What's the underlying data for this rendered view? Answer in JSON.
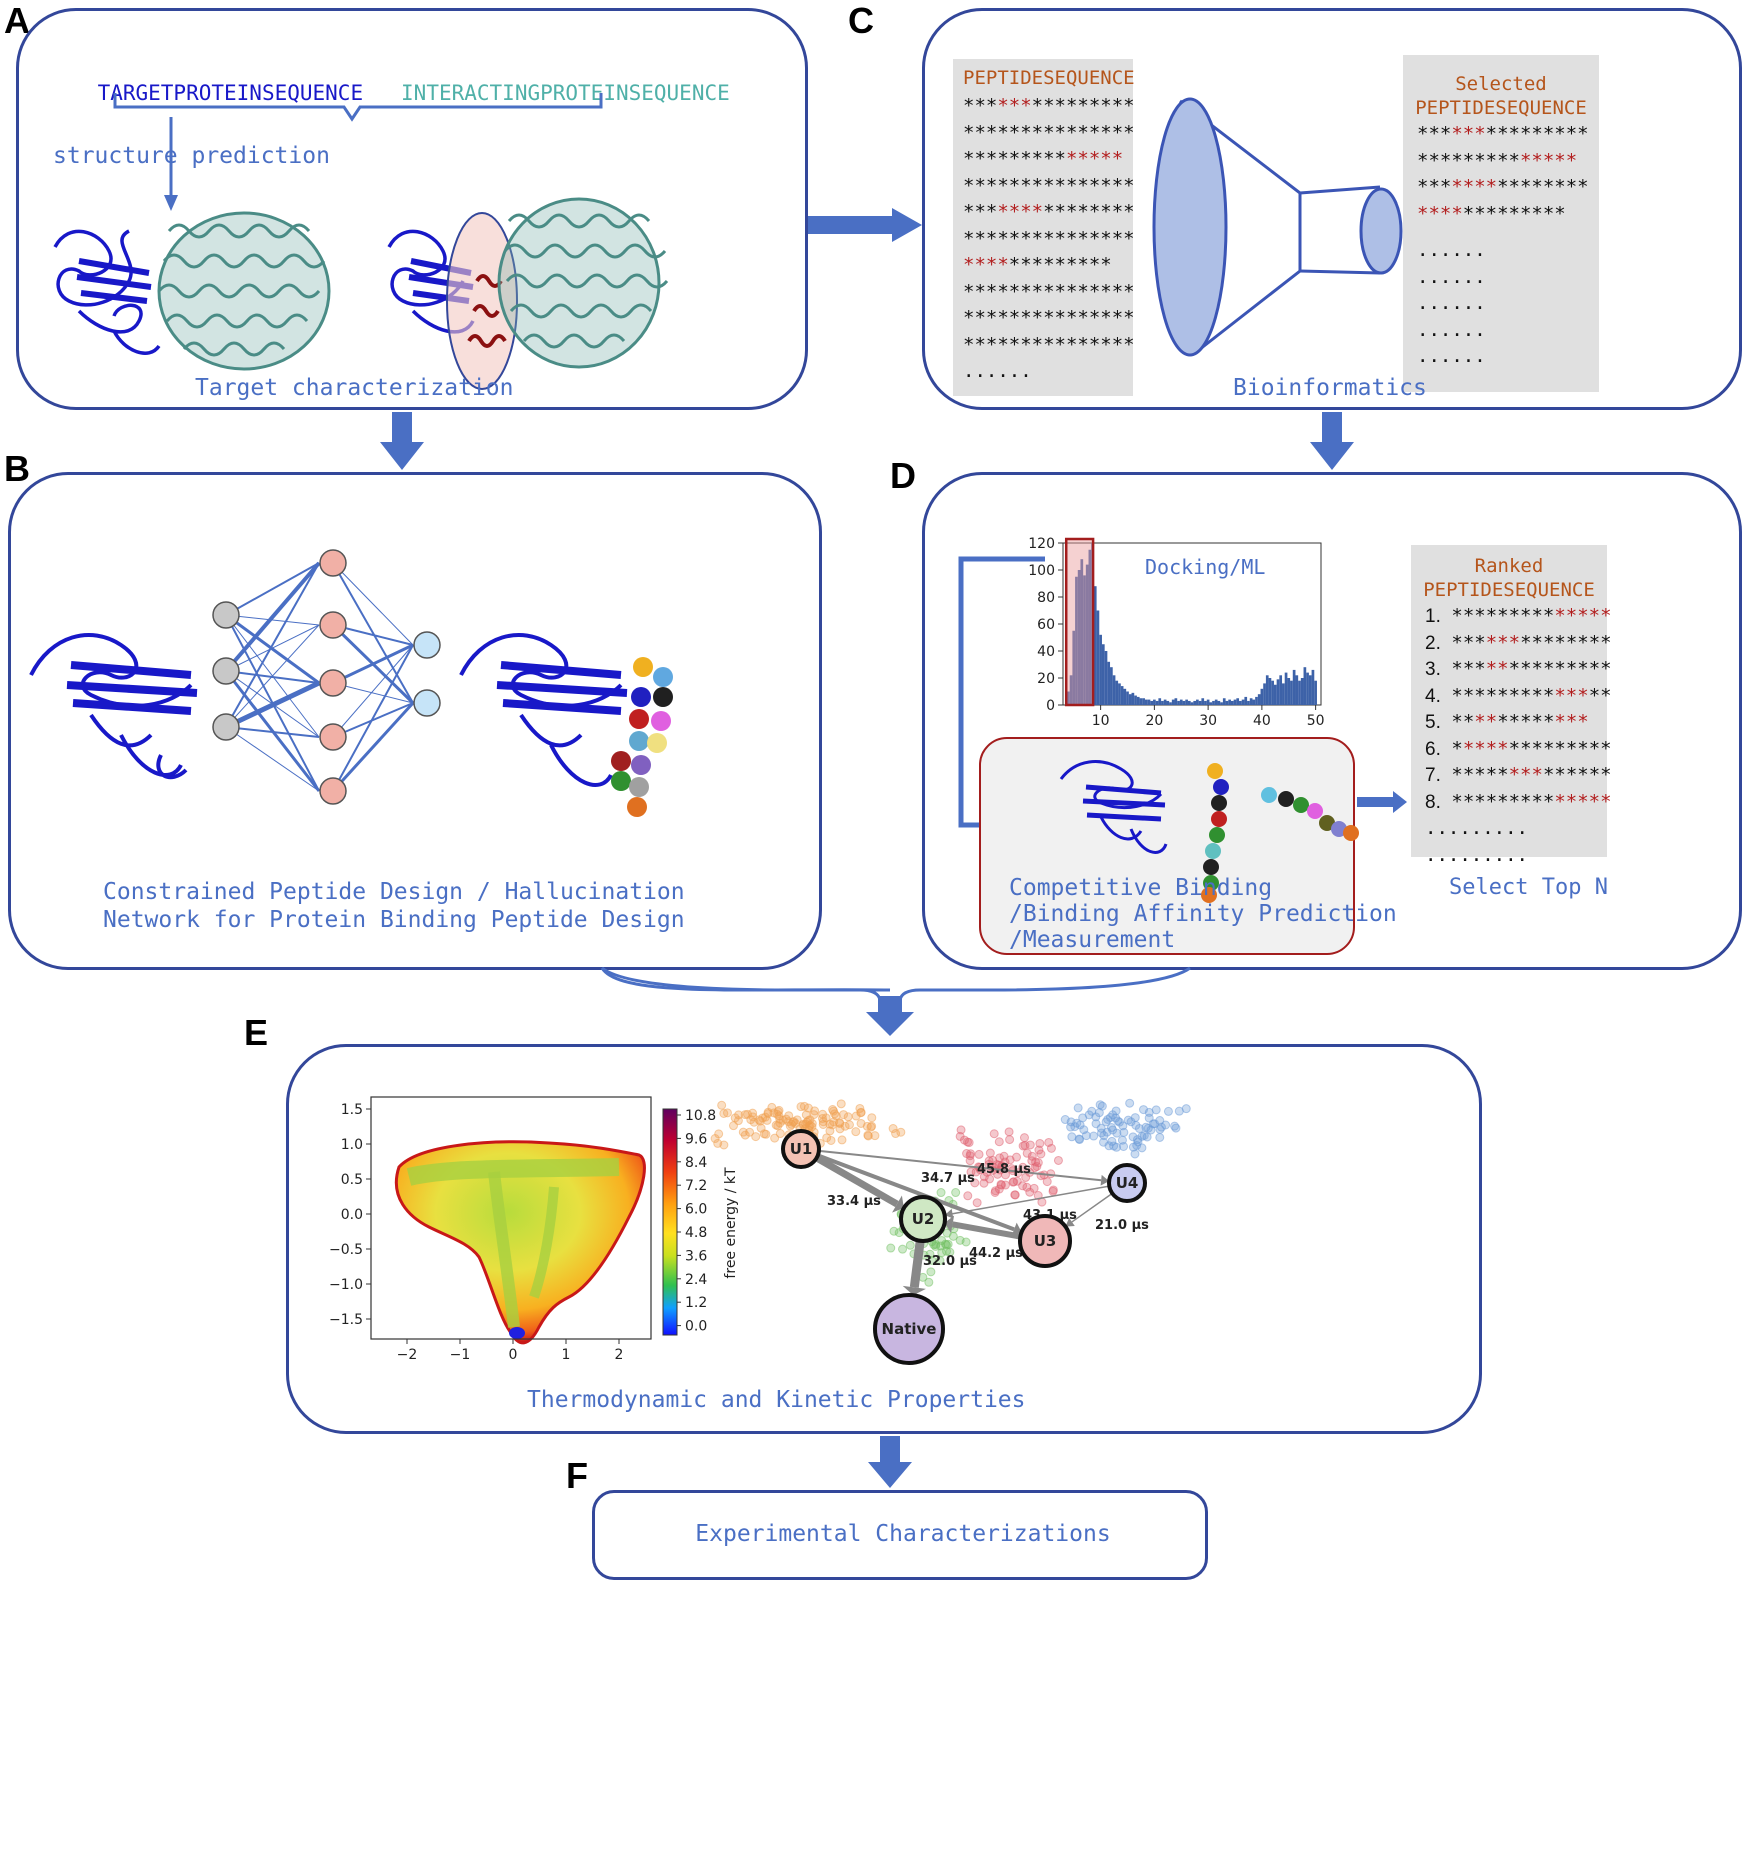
{
  "labels": {
    "a": "A",
    "b": "B",
    "c": "C",
    "d": "D",
    "e": "E",
    "f": "F"
  },
  "panel_a": {
    "target_seq": "TARGETPROTEINSEQUENCE",
    "interacting_seq": "INTERACTINGPROTEINSEQUENCE",
    "prediction_label": "structure prediction",
    "caption": "Target characterization",
    "colors": {
      "target": "#1818c8",
      "interacting": "#4fb0a8",
      "complex": "#4a8c86",
      "peptide": "#8b1010"
    }
  },
  "panel_b": {
    "caption_line1": "Constrained Peptide Design / Hallucination",
    "caption_line2": "Network for Protein Binding Peptide Design",
    "network": {
      "input_color": "#c8c8c8",
      "hidden_color": "#f1b0a6",
      "output_color": "#c6e4f8"
    }
  },
  "panel_c": {
    "list_header": "PEPTIDESEQUENCE",
    "list_rows": [
      {
        "pre": "***",
        "red": "***",
        "post": "*********"
      },
      {
        "pre": "***************",
        "red": "",
        "post": ""
      },
      {
        "pre": "*********",
        "red": "*****",
        "post": ""
      },
      {
        "pre": "***************",
        "red": "",
        "post": ""
      },
      {
        "pre": "***",
        "red": "****",
        "post": "********"
      },
      {
        "pre": "***************",
        "red": "",
        "post": ""
      },
      {
        "pre": "",
        "red": "****",
        "post": "*********"
      },
      {
        "pre": "***************",
        "red": "",
        "post": ""
      },
      {
        "pre": "***************",
        "red": "",
        "post": ""
      },
      {
        "pre": "***************",
        "red": "",
        "post": ""
      }
    ],
    "list_more": "......",
    "selected_header_1": "Selected",
    "selected_header_2": "PEPTIDESEQUENCE",
    "selected_rows": [
      {
        "pre": "***",
        "red": "***",
        "post": "*********"
      },
      {
        "pre": "*********",
        "red": "*****",
        "post": ""
      },
      {
        "pre": "***",
        "red": "****",
        "post": "********"
      },
      {
        "pre": "",
        "red": "****",
        "post": "*********"
      }
    ],
    "selected_more": [
      "......",
      "......",
      "......",
      "......",
      "......"
    ],
    "caption": "Bioinformatics"
  },
  "panel_d": {
    "hist_title": "Docking/ML",
    "hist_yticks": [
      "0",
      "20",
      "40",
      "60",
      "80",
      "100",
      "120"
    ],
    "hist_xticks": [
      "10",
      "20",
      "30",
      "40",
      "50"
    ],
    "chart_data": {
      "type": "bar",
      "title": "Docking/ML",
      "xlim": [
        3,
        51
      ],
      "ylim": [
        0,
        120
      ],
      "x": [
        4,
        4.5,
        5,
        5.5,
        6,
        6.5,
        7,
        7.5,
        8,
        8.5,
        9,
        9.5,
        10,
        10.5,
        11,
        11.5,
        12,
        12.5,
        13,
        13.5,
        14,
        14.5,
        15,
        15.5,
        16,
        16.5,
        17,
        17.5,
        18,
        18.5,
        19,
        19.5,
        20,
        20.5,
        21,
        21.5,
        22,
        22.5,
        23,
        23.5,
        24,
        24.5,
        25,
        25.5,
        26,
        26.5,
        27,
        27.5,
        28,
        28.5,
        29,
        29.5,
        30,
        30.5,
        31,
        31.5,
        32,
        32.5,
        33,
        33.5,
        34,
        34.5,
        35,
        35.5,
        36,
        36.5,
        37,
        37.5,
        38,
        38.5,
        39,
        39.5,
        40,
        40.5,
        41,
        41.5,
        42,
        42.5,
        43,
        43.5,
        44,
        44.5,
        45,
        45.5,
        46,
        46.5,
        47,
        47.5,
        48,
        48.5,
        49,
        49.5,
        50
      ],
      "values": [
        10,
        22,
        55,
        95,
        100,
        108,
        96,
        104,
        115,
        120,
        88,
        70,
        52,
        45,
        40,
        32,
        28,
        22,
        18,
        16,
        14,
        12,
        10,
        8,
        9,
        7,
        6,
        5,
        5,
        4,
        4,
        3,
        4,
        3,
        5,
        3,
        4,
        3,
        2,
        4,
        5,
        3,
        4,
        3,
        4,
        3,
        2,
        3,
        4,
        3,
        5,
        3,
        4,
        2,
        3,
        4,
        3,
        2,
        5,
        3,
        4,
        3,
        4,
        5,
        3,
        4,
        6,
        3,
        5,
        4,
        6,
        8,
        12,
        16,
        22,
        20,
        18,
        15,
        19,
        22,
        16,
        24,
        20,
        18,
        26,
        22,
        18,
        20,
        28,
        24,
        22,
        26,
        18,
        12
      ]
    },
    "ranked_header_1": "Ranked",
    "ranked_header_2": "PEPTIDESEQUENCE",
    "ranked_rows": [
      {
        "num": "1.",
        "pre": "*********",
        "red": "*****",
        "post": ""
      },
      {
        "num": "2.",
        "pre": "***",
        "red": "***",
        "post": "********"
      },
      {
        "num": "3.",
        "pre": "***",
        "red": "**",
        "post": "*********"
      },
      {
        "num": "4.",
        "pre": "*********",
        "red": "***",
        "post": "**"
      },
      {
        "num": "5.",
        "pre": "**",
        "red": "**",
        "post": "*****",
        "red2": "***"
      },
      {
        "num": "6.",
        "pre": "*",
        "red": "****",
        "post": "*********"
      },
      {
        "num": "7.",
        "pre": "*****",
        "red": "***",
        "post": "******"
      },
      {
        "num": "8.",
        "pre": "*********",
        "red": "*****",
        "post": ""
      }
    ],
    "ranked_more": [
      ".........",
      "........."
    ],
    "select_caption": "Select Top N",
    "binding_line1": "Competitive Binding",
    "binding_line2": "/Binding Affinity Prediction",
    "binding_line3": "/Measurement"
  },
  "panel_e": {
    "fes": {
      "yticks": [
        "1.5",
        "1.0",
        "0.5",
        "0.0",
        "−0.5",
        "−1.0",
        "−1.5"
      ],
      "xticks": [
        "−2",
        "−1",
        "0",
        "1",
        "2"
      ],
      "cbar_ticks": [
        "10.8",
        "9.6",
        "8.4",
        "7.2",
        "6.0",
        "4.8",
        "3.6",
        "2.4",
        "1.2",
        "0.0"
      ],
      "cbar_label": "free energy / kT"
    },
    "msm": {
      "states": [
        "U1",
        "U2",
        "U3",
        "U4",
        "Native"
      ],
      "rates": [
        "33.4 µs",
        "34.7 µs",
        "45.8 µs",
        "43.1 µs",
        "21.0 µs",
        "44.2 µs",
        "32.0 µs"
      ]
    },
    "caption": "Thermodynamic and Kinetic Properties"
  },
  "panel_f": {
    "caption": "Experimental Characterizations"
  }
}
